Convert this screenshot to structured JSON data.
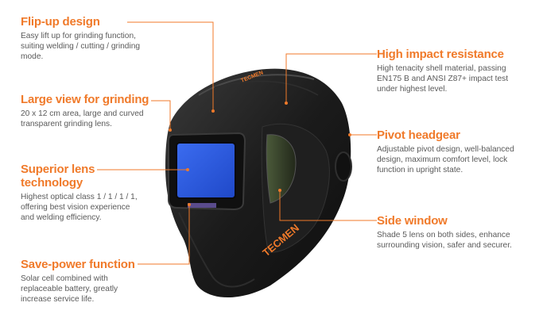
{
  "brand": {
    "logo_text": "TECMEN",
    "accent_color": "#f07a2a",
    "shell_color": "#1b1b1b",
    "lens_color": "#2a5de6"
  },
  "features": [
    {
      "title": "Flip-up design",
      "description": "Easy lift up for grinding function,\nsuiting welding / cutting / grinding\nmode."
    },
    {
      "title": "Large view for grinding",
      "description": "20 x 12 cm area, large and curved\ntransparent grinding lens."
    },
    {
      "title": "Superior lens\ntechnology",
      "description": "Highest optical class 1 / 1 / 1 / 1,\noffering best vision experience\nand welding efficiency."
    },
    {
      "title": "Save-power function",
      "description": "Solar cell combined with\nreplaceable battery, greatly\nincrease service life."
    },
    {
      "title": "High impact resistance",
      "description": "High tenacity shell material, passing\nEN175 B and ANSI Z87+ impact test\nunder highest level."
    },
    {
      "title": "Pivot headgear",
      "description": "Adjustable pivot design, well-balanced\ndesign, maximum comfort level, lock\nfunction in upright state."
    },
    {
      "title": "Side window",
      "description": "Shade 5 lens on both sides, enhance\nsurrounding vision, safer and securer."
    }
  ]
}
